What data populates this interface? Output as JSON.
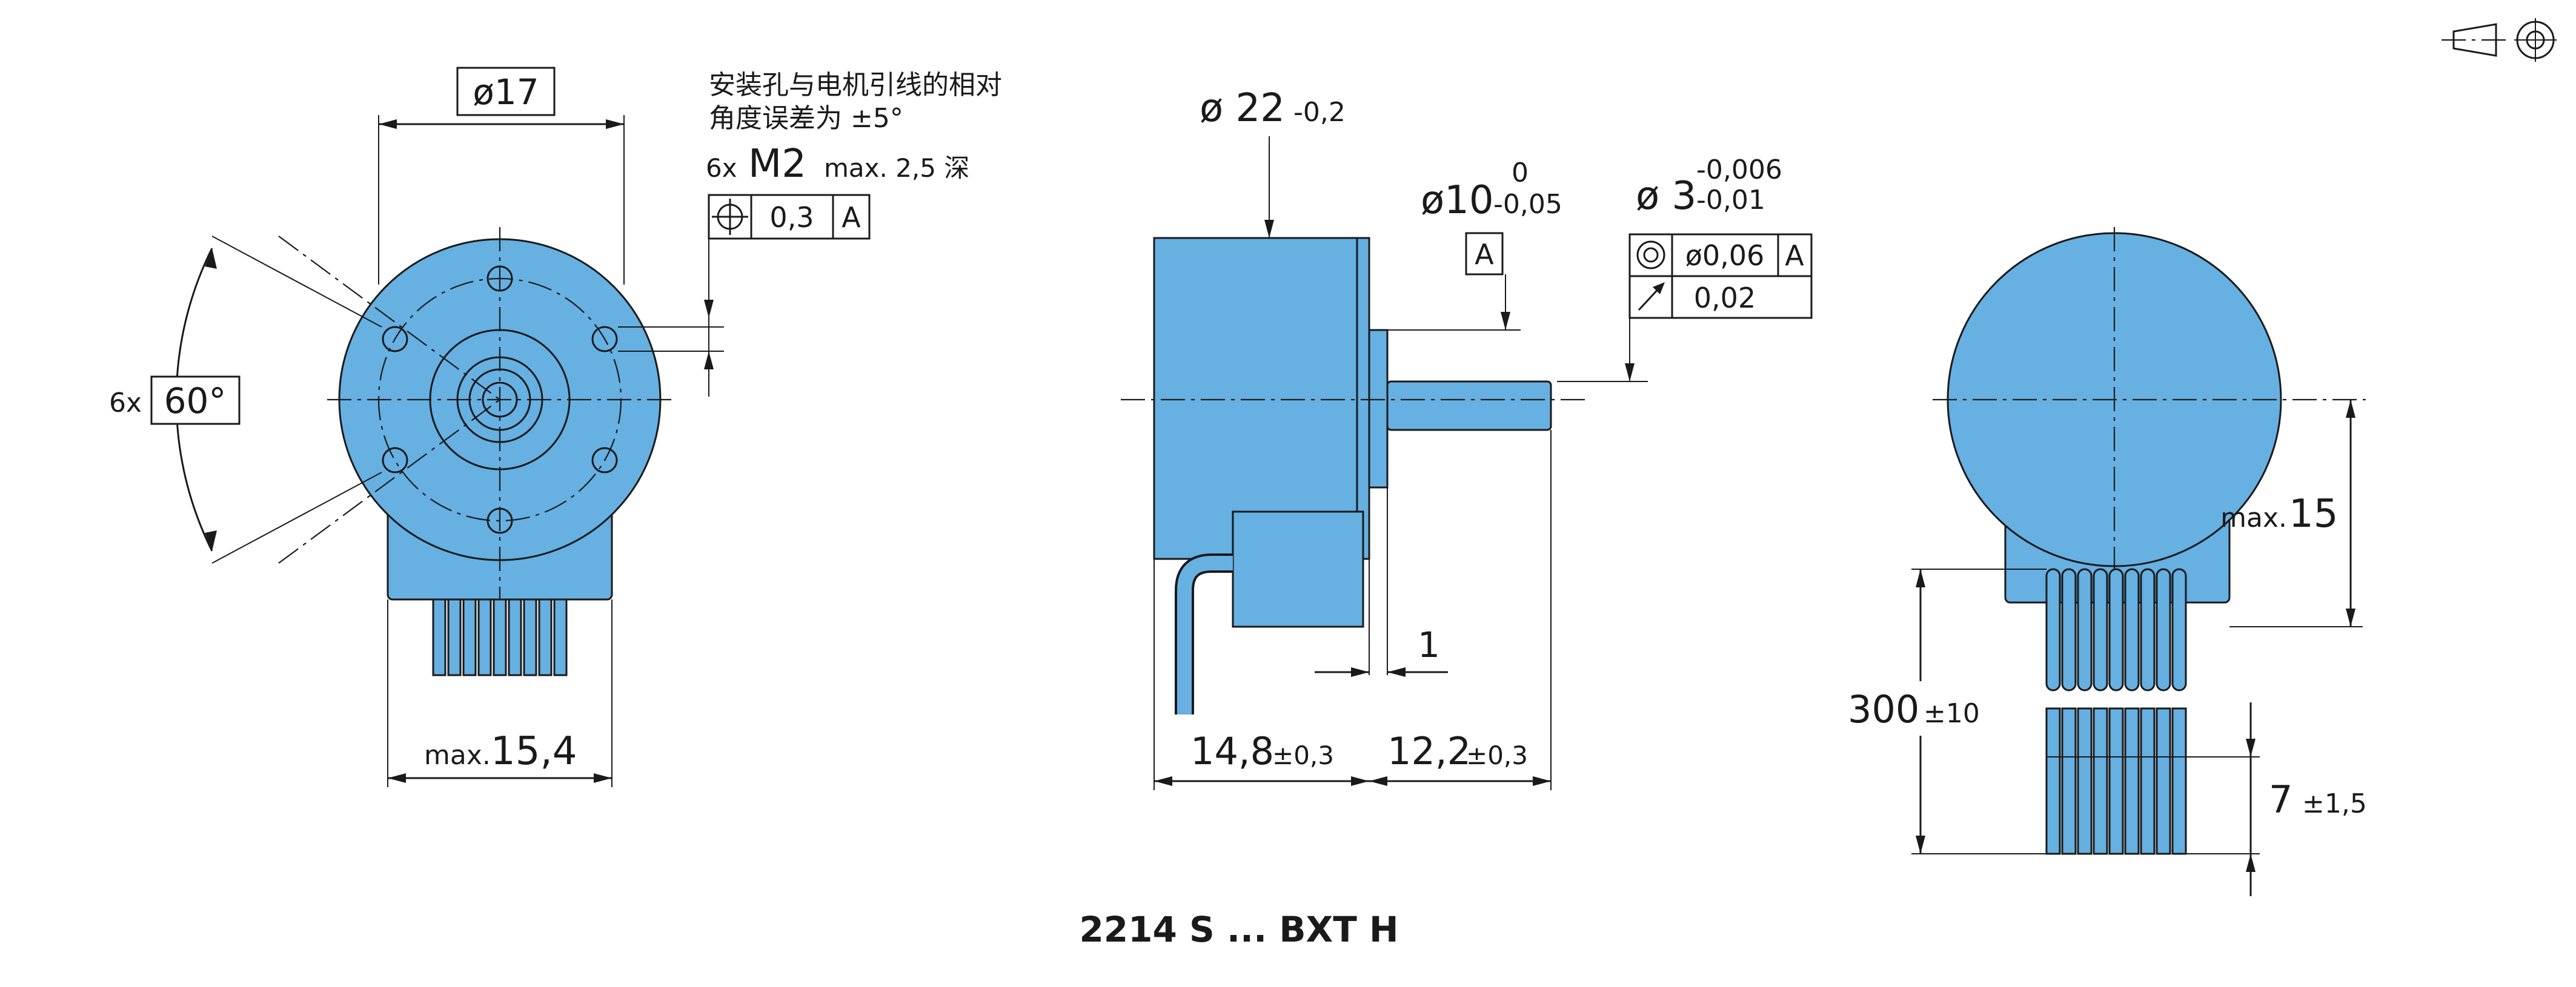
{
  "model_caption": "2214 S ... BXT H",
  "front_view": {
    "diameter_label": "ø17",
    "note_line1": "安装孔与电机引线的相对",
    "note_line2": "角度误差为 ±5°",
    "hole_prefix": "6x",
    "hole_thread": "M2",
    "hole_depth": "max. 2,5 深",
    "tol_symbol": "⌖",
    "tol_value": "0,3",
    "tol_datum": "A",
    "angle_prefix": "6x",
    "angle_value": "60°",
    "width_prefix": "max.",
    "width_value": "15,4"
  },
  "side_view": {
    "body_dia": "ø 22",
    "body_dia_tol": "-0,2",
    "pilot_dia": "ø10",
    "pilot_tol_upper": "0",
    "pilot_tol_lower": "-0,05",
    "pilot_datum": "A",
    "shaft_dia": "ø 3",
    "shaft_tol_upper": "-0,006",
    "shaft_tol_lower": "-0,01",
    "concentricity_symbol": "◎",
    "concentricity_value": "ø0,06",
    "concentricity_datum": "A",
    "runout_symbol": "↗",
    "runout_value": "0,02",
    "pilot_length": "1",
    "body_length": "14,8",
    "body_length_tol": "±0,3",
    "shaft_length": "12,2",
    "shaft_length_tol": "±0,3"
  },
  "rear_view": {
    "height_prefix": "max.",
    "height_value": "15",
    "lead_length": "300",
    "lead_length_tol": "±10",
    "strip_length": "7",
    "strip_length_tol": "±1,5"
  },
  "colors": {
    "motor_body": "#66b0e2",
    "outline": "#1a1a1a",
    "background": "#ffffff"
  },
  "icons": [
    "projection-symbol-icon",
    "position-tolerance-icon",
    "concentricity-icon",
    "runout-icon"
  ]
}
